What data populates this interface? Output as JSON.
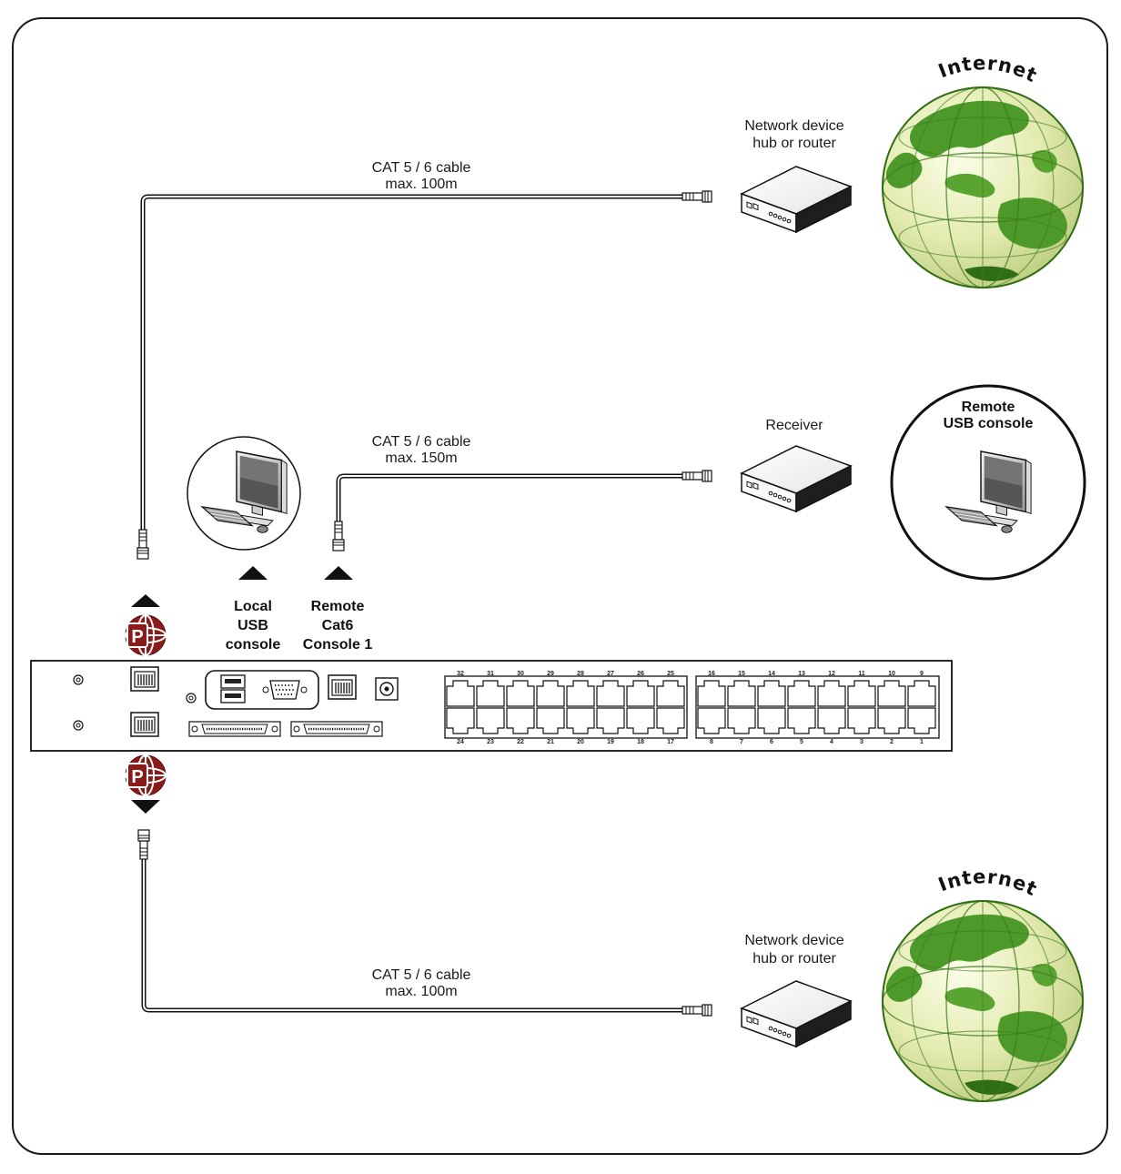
{
  "labels": {
    "cable_top_line1": "CAT 5 / 6 cable",
    "cable_top_line2": "max. 100m",
    "cable_mid_line1": "CAT 5 / 6 cable",
    "cable_mid_line2": "max. 150m",
    "cable_bot_line1": "CAT 5 / 6 cable",
    "cable_bot_line2": "max. 100m",
    "network_top_line1": "Network device",
    "network_top_line2": "hub or router",
    "network_bot_line1": "Network device",
    "network_bot_line2": "hub or router",
    "receiver": "Receiver",
    "remote_console_line1": "Remote",
    "remote_console_line2": "USB console",
    "local_line1": "Local",
    "local_line2": "USB",
    "local_line3": "console",
    "remote_cat6_line1": "Remote",
    "remote_cat6_line2": "Cat6",
    "remote_cat6_line3": "Console 1",
    "internet_top": "Internet",
    "internet_bot": "Internet"
  },
  "ports": {
    "upper_left_bank": [
      "32",
      "31",
      "30",
      "29",
      "28",
      "27",
      "26",
      "25"
    ],
    "upper_right_bank": [
      "16",
      "15",
      "14",
      "13",
      "12",
      "11",
      "10",
      "9"
    ],
    "lower_left_bank": [
      "24",
      "23",
      "22",
      "21",
      "20",
      "19",
      "18",
      "17"
    ],
    "lower_right_bank": [
      "8",
      "7",
      "6",
      "5",
      "4",
      "3",
      "2",
      "1"
    ]
  },
  "icons": {
    "ip_icon": "ip-globe-icon",
    "globe": "globe-icon",
    "network_device": "network-device-icon",
    "computer": "computer-icon",
    "connector": "rj45-connector-icon"
  },
  "colors": {
    "ip_red": "#8b1a1a",
    "globe_green": "#4d9a2a",
    "globe_ocean": "#eef2c8",
    "line": "#1a1a1a"
  }
}
